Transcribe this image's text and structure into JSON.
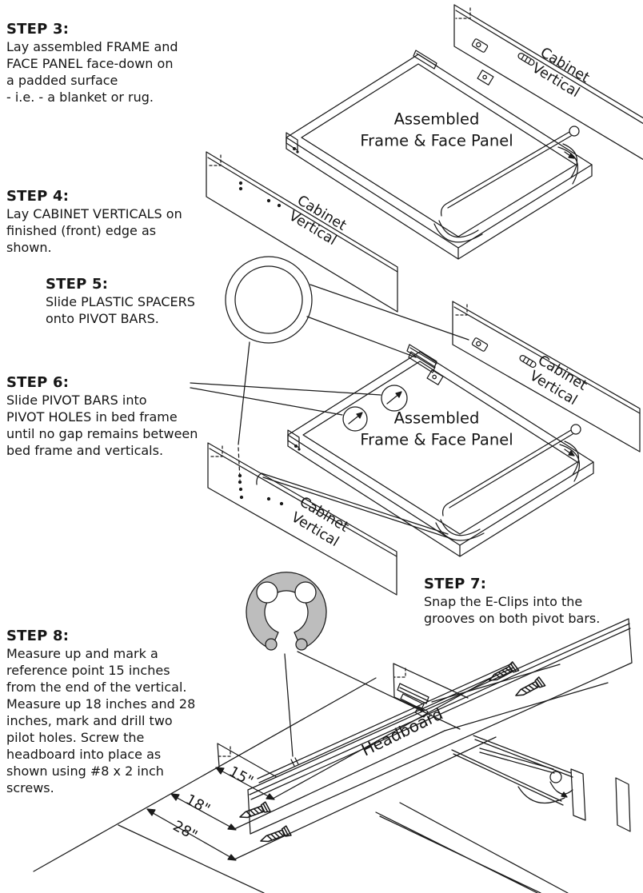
{
  "page": {
    "background": "#ffffff",
    "ink": "#1a1a1a",
    "eclip_fill": "#bdbdbd"
  },
  "steps": [
    {
      "title": "STEP 3:",
      "body": "Lay assembled FRAME and\nFACE PANEL face-down on\na padded surface\n- i.e. - a blanket or rug."
    },
    {
      "title": "STEP 4:",
      "body": "Lay CABINET VERTICALS on\nfinished (front) edge as\nshown."
    },
    {
      "title": "STEP 5:",
      "body": "Slide PLASTIC SPACERS\nonto PIVOT BARS."
    },
    {
      "title": "STEP 6:",
      "body": "Slide PIVOT BARS into\nPIVOT HOLES in bed frame\nuntil no gap remains between\nbed frame and verticals."
    },
    {
      "title": "STEP 7:",
      "body": "Snap the E-Clips into the\ngrooves on both pivot bars."
    },
    {
      "title": "STEP 8:",
      "body": "Measure up and mark a\nreference point 15 inches\nfrom the end of the vertical.\nMeasure up 18 inches and 28\ninches, mark and drill two\npilot holes. Screw the\nheadboard into place as\nshown using #8 x 2 inch\nscrews."
    }
  ],
  "labels": {
    "cabinet_vertical": "Cabinet\nVertical",
    "assembled_frame": "Assembled\nFrame & Face Panel",
    "headboard": "Headboard"
  },
  "dimensions": {
    "d15": "15\"",
    "d18": "18\"",
    "d28": "28\""
  }
}
